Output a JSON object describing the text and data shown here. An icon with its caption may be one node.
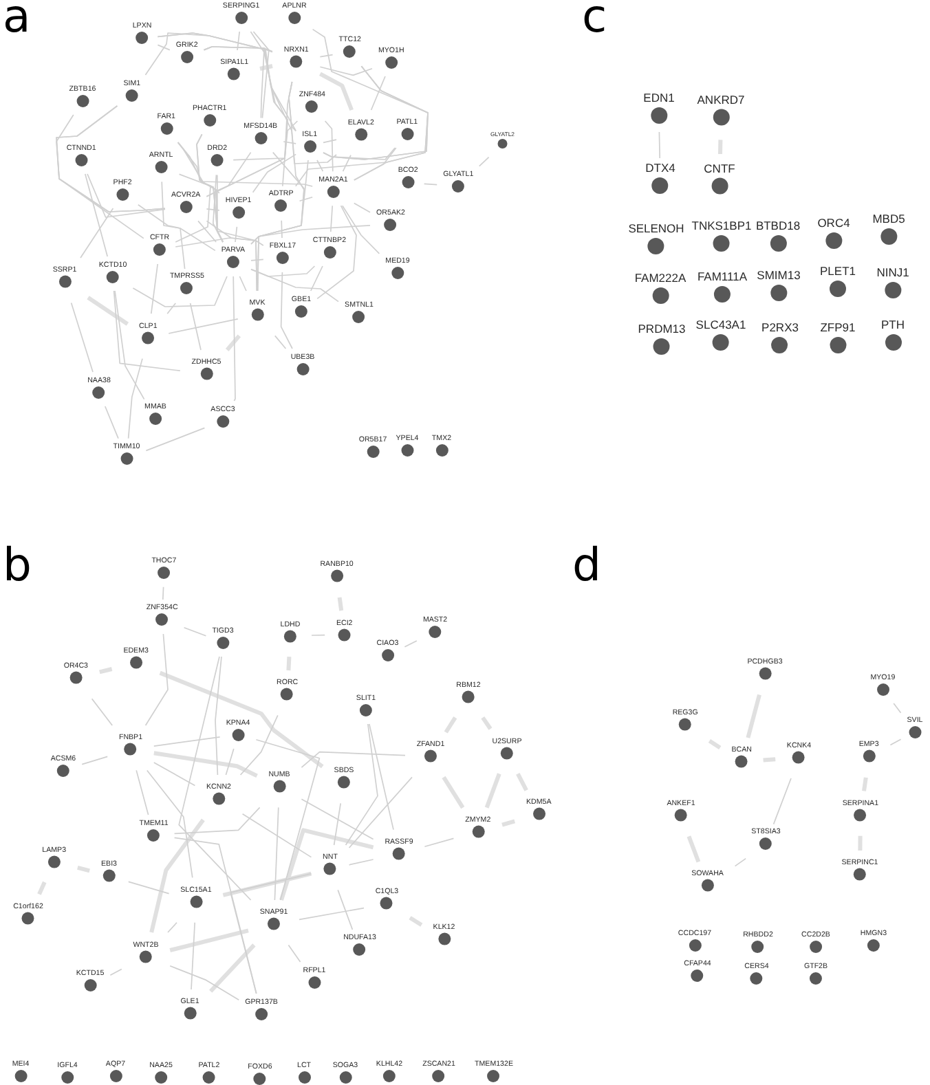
{
  "diagram": {
    "nodes": [
      {
        "text": [
          "SERPING1"
        ]
      },
      {
        "text": [
          "APLNR"
        ]
      },
      {
        "text": [
          "LPXN"
        ]
      },
      {
        "text": [
          "GRIK2"
        ]
      },
      {
        "text": [
          "NRXN1"
        ]
      },
      {
        "text": [
          "TTC12"
        ]
      },
      {
        "text": [
          "MYO1H"
        ]
      },
      {
        "text": [
          "SIPA1L1"
        ]
      },
      {
        "text": [
          "ZBTB16"
        ]
      },
      {
        "text": [
          "SIM1"
        ]
      },
      {
        "text": [
          "PHACTR1"
        ]
      },
      {
        "text": [
          "ZNF484"
        ]
      },
      {
        "text": [
          "FAR1"
        ]
      },
      {
        "text": [
          "MFSD14B"
        ]
      },
      {
        "text": [
          "ELAVL2"
        ]
      },
      {
        "text": [
          "PATL1"
        ]
      },
      {
        "text": [
          "ISL1"
        ]
      },
      {
        "text": [
          "CTNND1"
        ]
      },
      {
        "text": [
          "DRD2"
        ]
      },
      {
        "text": [
          "ARNTL"
        ]
      },
      {
        "text": [
          "MAN2A1"
        ]
      },
      {
        "text": [
          "BCO2"
        ]
      },
      {
        "text": [
          "GLYATL1"
        ]
      },
      {
        "text": [
          "PHF2"
        ]
      },
      {
        "text": [
          "ACVR2A"
        ]
      },
      {
        "text": [
          "ADTRP"
        ]
      },
      {
        "text": [
          "HIVEP1"
        ]
      },
      {
        "text": [
          "OR5AK2"
        ]
      },
      {
        "text": [
          "CFTR"
        ]
      },
      {
        "text": [
          "CTTNBP2"
        ]
      },
      {
        "text": [
          "FBXL17"
        ]
      },
      {
        "text": [
          "PARVA"
        ]
      },
      {
        "text": [
          "MED19"
        ]
      },
      {
        "text": [
          "KCTD10"
        ]
      },
      {
        "text": [
          "SSRP1"
        ]
      },
      {
        "text": [
          "TMPRSS5"
        ]
      },
      {
        "text": [
          "GBE1"
        ]
      },
      {
        "text": [
          "MVK"
        ]
      },
      {
        "text": [
          "SMTNL1"
        ]
      },
      {
        "text": [
          "CLP1"
        ]
      },
      {
        "text": [
          "UBE3B"
        ]
      },
      {
        "text": [
          "ZDHHC5"
        ]
      },
      {
        "text": [
          "NAA38"
        ]
      },
      {
        "text": [
          "ASCC3"
        ]
      },
      {
        "text": [
          "MMAB"
        ]
      },
      {
        "text": [
          "TIMM10"
        ]
      },
      {
        "text": [
          "OR5B17"
        ]
      },
      {
        "text": [
          "YPEL4"
        ]
      },
      {
        "text": [
          "TMX2"
        ]
      },
      {
        "text": [
          "GLYATL2"
        ]
      },
      {
        "text": [
          "EDN1"
        ]
      },
      {
        "text": [
          "ANKRD7"
        ]
      },
      {
        "text": [
          "DTX4"
        ]
      },
      {
        "text": [
          "CNTF"
        ]
      },
      {
        "text": [
          "SELENOH"
        ]
      },
      {
        "text": [
          "TNKS1BP1"
        ]
      },
      {
        "text": [
          "BTBD18"
        ]
      },
      {
        "text": [
          "ORC4"
        ]
      },
      {
        "text": [
          "MBD5"
        ]
      },
      {
        "text": [
          "FAM222A"
        ]
      },
      {
        "text": [
          "FAM111A"
        ]
      },
      {
        "text": [
          "SMIM13"
        ]
      },
      {
        "text": [
          "PLET1"
        ]
      },
      {
        "text": [
          "NINJ1"
        ]
      },
      {
        "text": [
          "PRDM13"
        ]
      },
      {
        "text": [
          "SLC43A1"
        ]
      },
      {
        "text": [
          "P2RX3"
        ]
      },
      {
        "text": [
          "ZFP91"
        ]
      },
      {
        "text": [
          "PTH"
        ]
      },
      {
        "text": [
          "THOC7"
        ]
      },
      {
        "text": [
          "RANBP10"
        ]
      },
      {
        "text": [
          "ZNF354C"
        ]
      },
      {
        "text": [
          "ECI2"
        ]
      },
      {
        "text": [
          "MAST2"
        ]
      },
      {
        "text": [
          "TIGD3"
        ]
      },
      {
        "text": [
          "LDHD"
        ]
      },
      {
        "text": [
          "CIAO3"
        ]
      },
      {
        "text": [
          "EDEM3"
        ]
      },
      {
        "text": [
          "OR4C3"
        ]
      },
      {
        "text": [
          "RORC"
        ]
      },
      {
        "text": [
          "RBM12"
        ]
      },
      {
        "text": [
          "SLIT1"
        ]
      },
      {
        "text": [
          "KPNA4"
        ]
      },
      {
        "text": [
          "U2SURP"
        ]
      },
      {
        "text": [
          "FNBP1"
        ]
      },
      {
        "text": [
          "ZFAND1"
        ]
      },
      {
        "text": [
          "ACSM6"
        ]
      },
      {
        "text": [
          "SBDS"
        ]
      },
      {
        "text": [
          "NUMB"
        ]
      },
      {
        "text": [
          "KCNN2"
        ]
      },
      {
        "text": [
          "KDM5A"
        ]
      },
      {
        "text": [
          "ZMYM2"
        ]
      },
      {
        "text": [
          "TMEM11"
        ]
      },
      {
        "text": [
          "RASSF9"
        ]
      },
      {
        "text": [
          "NNT"
        ]
      },
      {
        "text": [
          "LAMP3"
        ]
      },
      {
        "text": [
          "EBI3"
        ]
      },
      {
        "text": [
          "SLC15A1"
        ]
      },
      {
        "text": [
          "C1QL3"
        ]
      },
      {
        "text": [
          "C1orf162"
        ]
      },
      {
        "text": [
          "SNAP91"
        ]
      },
      {
        "text": [
          "KLK12"
        ]
      },
      {
        "text": [
          "NDUFA13"
        ]
      },
      {
        "text": [
          "WNT2B"
        ]
      },
      {
        "text": [
          "RFPL1"
        ]
      },
      {
        "text": [
          "KCTD15"
        ]
      },
      {
        "text": [
          "GLE1"
        ]
      },
      {
        "text": [
          "GPR137B"
        ]
      },
      {
        "text": [
          "MEI4"
        ]
      },
      {
        "text": [
          "IGFL4"
        ]
      },
      {
        "text": [
          "AQP7"
        ]
      },
      {
        "text": [
          "NAA25"
        ]
      },
      {
        "text": [
          "PATL2"
        ]
      },
      {
        "text": [
          "FOXD6"
        ]
      },
      {
        "text": [
          "LCT"
        ]
      },
      {
        "text": [
          "SOGA3"
        ]
      },
      {
        "text": [
          "KLHL42"
        ]
      },
      {
        "text": [
          "ZSCAN21"
        ]
      },
      {
        "text": [
          "TMEM132E"
        ]
      },
      {
        "text": [
          "PCDHGB3"
        ]
      },
      {
        "text": [
          "MYO19"
        ]
      },
      {
        "text": [
          "REG3G"
        ]
      },
      {
        "text": [
          "SVIL"
        ]
      },
      {
        "text": [
          "BCAN"
        ]
      },
      {
        "text": [
          "KCNK4"
        ]
      },
      {
        "text": [
          "EMP3"
        ]
      },
      {
        "text": [
          "SERPINA1"
        ]
      },
      {
        "text": [
          "ANKEF1"
        ]
      },
      {
        "text": [
          "ST8SIA3"
        ]
      },
      {
        "text": [
          "SERPINC1"
        ]
      },
      {
        "text": [
          "SOWAHA"
        ]
      },
      {
        "text": [
          "CCDC197"
        ]
      },
      {
        "text": [
          "RHBDD2"
        ]
      },
      {
        "text": [
          "CC2D2B"
        ]
      },
      {
        "text": [
          "HMGN3"
        ]
      },
      {
        "text": [
          "CFAP44"
        ]
      },
      {
        "text": [
          "CERS4"
        ]
      },
      {
        "text": [
          "GTF2B"
        ]
      }
    ],
    "edges": [
      {
        "from": 2,
        "to": 3,
        "arrow": "none"
      },
      {
        "from": 2,
        "to": 4,
        "arrow": "none"
      },
      {
        "from": 2,
        "to": 13,
        "arrow": "none"
      },
      {
        "from": 3,
        "to": 4,
        "arrow": "none"
      },
      {
        "from": 3,
        "to": 14,
        "arrow": "none"
      },
      {
        "from": 3,
        "to": 18,
        "arrow": "none"
      },
      {
        "from": 0,
        "to": 7,
        "arrow": "none"
      },
      {
        "from": 0,
        "to": 13,
        "arrow": "none"
      },
      {
        "from": 0,
        "to": 24,
        "arrow": "none"
      },
      {
        "from": 1,
        "to": 16,
        "arrow": "none"
      },
      {
        "from": 4,
        "to": 7,
        "arrow": "none",
        "style": "thick"
      },
      {
        "from": 4,
        "to": 14,
        "arrow": "none",
        "style": "thick"
      },
      {
        "from": 4,
        "to": 5,
        "arrow": "none"
      },
      {
        "from": 4,
        "to": 6,
        "arrow": "none"
      },
      {
        "from": 4,
        "to": 16,
        "arrow": "none"
      },
      {
        "from": 4,
        "to": 25,
        "arrow": "none"
      },
      {
        "from": 4,
        "to": 31,
        "arrow": "none"
      },
      {
        "from": 5,
        "to": 16,
        "arrow": "none"
      },
      {
        "from": 5,
        "to": 20,
        "arrow": "none"
      },
      {
        "from": 5,
        "to": 25,
        "arrow": "none"
      },
      {
        "from": 6,
        "to": 14,
        "arrow": "none"
      },
      {
        "from": 8,
        "to": 24,
        "arrow": "none"
      },
      {
        "from": 9,
        "to": 16,
        "arrow": "none"
      },
      {
        "from": 9,
        "to": 28,
        "arrow": "none"
      },
      {
        "from": 9,
        "to": 24,
        "arrow": "none"
      },
      {
        "from": 10,
        "to": 26,
        "arrow": "none"
      },
      {
        "from": 10,
        "to": 31,
        "arrow": "none"
      },
      {
        "from": 11,
        "to": 20,
        "arrow": "none"
      },
      {
        "from": 11,
        "to": 24,
        "arrow": "none"
      },
      {
        "from": 12,
        "to": 20,
        "arrow": "none"
      },
      {
        "from": 12,
        "to": 31,
        "arrow": "none"
      },
      {
        "from": 12,
        "to": 28,
        "arrow": "none"
      },
      {
        "from": 13,
        "to": 16,
        "arrow": "none"
      },
      {
        "from": 13,
        "to": 31,
        "arrow": "none"
      },
      {
        "from": 13,
        "to": 37,
        "arrow": "none"
      },
      {
        "from": 14,
        "to": 16,
        "arrow": "none"
      },
      {
        "from": 14,
        "to": 20,
        "arrow": "none"
      },
      {
        "from": 15,
        "to": 16,
        "arrow": "none"
      },
      {
        "from": 15,
        "to": 20,
        "arrow": "none"
      },
      {
        "from": 16,
        "to": 20,
        "arrow": "none"
      },
      {
        "from": 16,
        "to": 37,
        "arrow": "none"
      },
      {
        "from": 16,
        "to": 26,
        "arrow": "none"
      },
      {
        "from": 17,
        "to": 33,
        "arrow": "none"
      },
      {
        "from": 17,
        "to": 24,
        "arrow": "none"
      },
      {
        "from": 18,
        "to": 31,
        "arrow": "none"
      },
      {
        "from": 18,
        "to": 37,
        "arrow": "none"
      },
      {
        "from": 19,
        "to": 31,
        "arrow": "none"
      },
      {
        "from": 19,
        "to": 35,
        "arrow": "none"
      },
      {
        "from": 20,
        "to": 27,
        "arrow": "none"
      },
      {
        "from": 20,
        "to": 29,
        "arrow": "none"
      },
      {
        "from": 20,
        "to": 36,
        "arrow": "none"
      },
      {
        "from": 20,
        "to": 32,
        "arrow": "none"
      },
      {
        "from": 20,
        "to": 25,
        "arrow": "none"
      },
      {
        "from": 21,
        "to": 22,
        "arrow": "none"
      },
      {
        "from": 23,
        "to": 34,
        "arrow": "none"
      },
      {
        "from": 23,
        "to": 31,
        "arrow": "none"
      },
      {
        "from": 24,
        "to": 26,
        "arrow": "none"
      },
      {
        "from": 24,
        "to": 31,
        "arrow": "none"
      },
      {
        "from": 24,
        "to": 37,
        "arrow": "none"
      },
      {
        "from": 25,
        "to": 30,
        "arrow": "none"
      },
      {
        "from": 26,
        "to": 31,
        "arrow": "none"
      },
      {
        "from": 27,
        "to": 31,
        "arrow": "none"
      },
      {
        "from": 28,
        "to": 30,
        "arrow": "none"
      },
      {
        "from": 28,
        "to": 39,
        "arrow": "none"
      },
      {
        "from": 31,
        "to": 30,
        "arrow": "none"
      },
      {
        "from": 31,
        "to": 29,
        "arrow": "none"
      },
      {
        "from": 31,
        "to": 37,
        "arrow": "none"
      },
      {
        "from": 31,
        "to": 38,
        "arrow": "none"
      },
      {
        "from": 31,
        "to": 43,
        "arrow": "none"
      },
      {
        "from": 33,
        "to": 31,
        "arrow": "none"
      },
      {
        "from": 33,
        "to": 41,
        "arrow": "none"
      },
      {
        "from": 33,
        "to": 44,
        "arrow": "none"
      },
      {
        "from": 34,
        "to": 39,
        "arrow": "none",
        "style": "thick"
      },
      {
        "from": 34,
        "to": 42,
        "arrow": "none"
      },
      {
        "from": 35,
        "to": 39,
        "arrow": "none"
      },
      {
        "from": 35,
        "to": 41,
        "arrow": "none"
      },
      {
        "from": 39,
        "to": 37,
        "arrow": "none"
      },
      {
        "from": 39,
        "to": 45,
        "arrow": "none"
      },
      {
        "from": 36,
        "to": 29,
        "arrow": "none"
      },
      {
        "from": 30,
        "to": 40,
        "arrow": "none"
      },
      {
        "from": 37,
        "to": 40,
        "arrow": "none"
      },
      {
        "from": 37,
        "to": 41,
        "arrow": "none",
        "style": "thick"
      },
      {
        "from": 42,
        "to": 45,
        "arrow": "none"
      },
      {
        "from": 45,
        "to": 43,
        "arrow": "none"
      },
      {
        "from": 22,
        "to": 49,
        "arrow": "none"
      },
      {
        "from": 50,
        "to": 52,
        "arrow": "none"
      },
      {
        "from": 51,
        "to": 53,
        "arrow": "none",
        "style": "thick"
      },
      {
        "from": 69,
        "to": 71,
        "arrow": "none"
      },
      {
        "from": 71,
        "to": 74,
        "arrow": "none"
      },
      {
        "from": 71,
        "to": 84,
        "arrow": "none"
      },
      {
        "from": 70,
        "to": 72,
        "arrow": "none",
        "style": "thick"
      },
      {
        "from": 72,
        "to": 75,
        "arrow": "none"
      },
      {
        "from": 75,
        "to": 79,
        "arrow": "none",
        "style": "thick"
      },
      {
        "from": 79,
        "to": 89,
        "arrow": "none"
      },
      {
        "from": 89,
        "to": 103,
        "arrow": "none",
        "style": "thick"
      },
      {
        "from": 73,
        "to": 76,
        "arrow": "none"
      },
      {
        "from": 78,
        "to": 77,
        "arrow": "none",
        "style": "thick"
      },
      {
        "from": 77,
        "to": 87,
        "arrow": "none",
        "style": "thick"
      },
      {
        "from": 78,
        "to": 84,
        "arrow": "none"
      },
      {
        "from": 84,
        "to": 86,
        "arrow": "none"
      },
      {
        "from": 84,
        "to": 82,
        "arrow": "none"
      },
      {
        "from": 84,
        "to": 88,
        "arrow": "none",
        "style": "thick"
      },
      {
        "from": 84,
        "to": 89,
        "arrow": "none"
      },
      {
        "from": 84,
        "to": 92,
        "arrow": "none"
      },
      {
        "from": 84,
        "to": 97,
        "arrow": "none"
      },
      {
        "from": 74,
        "to": 89,
        "arrow": "none"
      },
      {
        "from": 74,
        "to": 100,
        "arrow": "none"
      },
      {
        "from": 82,
        "to": 89,
        "arrow": "none"
      },
      {
        "from": 82,
        "to": 100,
        "arrow": "none"
      },
      {
        "from": 88,
        "to": 85,
        "arrow": "none"
      },
      {
        "from": 88,
        "to": 100,
        "arrow": "none"
      },
      {
        "from": 88,
        "to": 93,
        "arrow": "none"
      },
      {
        "from": 92,
        "to": 88,
        "arrow": "none"
      },
      {
        "from": 89,
        "to": 94,
        "arrow": "none"
      },
      {
        "from": 81,
        "to": 94,
        "arrow": "none"
      },
      {
        "from": 81,
        "to": 93,
        "arrow": "none"
      },
      {
        "from": 87,
        "to": 94,
        "arrow": "none"
      },
      {
        "from": 85,
        "to": 94,
        "arrow": "none"
      },
      {
        "from": 85,
        "to": 91,
        "arrow": "none",
        "style": "thick"
      },
      {
        "from": 85,
        "to": 80,
        "arrow": "none",
        "style": "thick"
      },
      {
        "from": 80,
        "to": 83,
        "arrow": "none",
        "style": "thick"
      },
      {
        "from": 83,
        "to": 91,
        "arrow": "none",
        "style": "thick"
      },
      {
        "from": 83,
        "to": 90,
        "arrow": "none",
        "style": "thick"
      },
      {
        "from": 91,
        "to": 90,
        "arrow": "none",
        "style": "thick"
      },
      {
        "from": 91,
        "to": 93,
        "arrow": "none"
      },
      {
        "from": 93,
        "to": 94,
        "arrow": "none"
      },
      {
        "from": 93,
        "to": 100,
        "arrow": "none",
        "style": "thick"
      },
      {
        "from": 94,
        "to": 97,
        "arrow": "none",
        "style": "thick"
      },
      {
        "from": 94,
        "to": 102,
        "arrow": "none"
      },
      {
        "from": 94,
        "to": 107,
        "arrow": "none"
      },
      {
        "from": 95,
        "to": 96,
        "arrow": "none",
        "style": "thick"
      },
      {
        "from": 95,
        "to": 99,
        "arrow": "none",
        "style": "thick"
      },
      {
        "from": 96,
        "to": 97,
        "arrow": "none"
      },
      {
        "from": 97,
        "to": 103,
        "arrow": "none"
      },
      {
        "from": 97,
        "to": 106,
        "arrow": "none"
      },
      {
        "from": 92,
        "to": 107,
        "arrow": "none"
      },
      {
        "from": 103,
        "to": 100,
        "arrow": "none",
        "style": "thick"
      },
      {
        "from": 103,
        "to": 105,
        "arrow": "none"
      },
      {
        "from": 103,
        "to": 107,
        "arrow": "none"
      },
      {
        "from": 100,
        "to": 106,
        "arrow": "none",
        "style": "thick"
      },
      {
        "from": 100,
        "to": 104,
        "arrow": "none"
      },
      {
        "from": 100,
        "to": 98,
        "arrow": "none"
      },
      {
        "from": 98,
        "to": 101,
        "arrow": "none",
        "style": "thick"
      },
      {
        "from": 119,
        "to": 123,
        "arrow": "none",
        "style": "thick"
      },
      {
        "from": 121,
        "to": 123,
        "arrow": "none",
        "style": "thick"
      },
      {
        "from": 123,
        "to": 124,
        "arrow": "none",
        "style": "thick"
      },
      {
        "from": 124,
        "to": 128,
        "arrow": "none"
      },
      {
        "from": 128,
        "to": 130,
        "arrow": "none"
      },
      {
        "from": 127,
        "to": 130,
        "arrow": "none",
        "style": "thick"
      },
      {
        "from": 120,
        "to": 122,
        "arrow": "none"
      },
      {
        "from": 122,
        "to": 125,
        "arrow": "none"
      },
      {
        "from": 125,
        "to": 126,
        "arrow": "none",
        "style": "thick"
      },
      {
        "from": 126,
        "to": 129,
        "arrow": "none",
        "style": "thick"
      }
    ],
    "labels": [
      "a",
      "c",
      "b",
      "d"
    ]
  }
}
